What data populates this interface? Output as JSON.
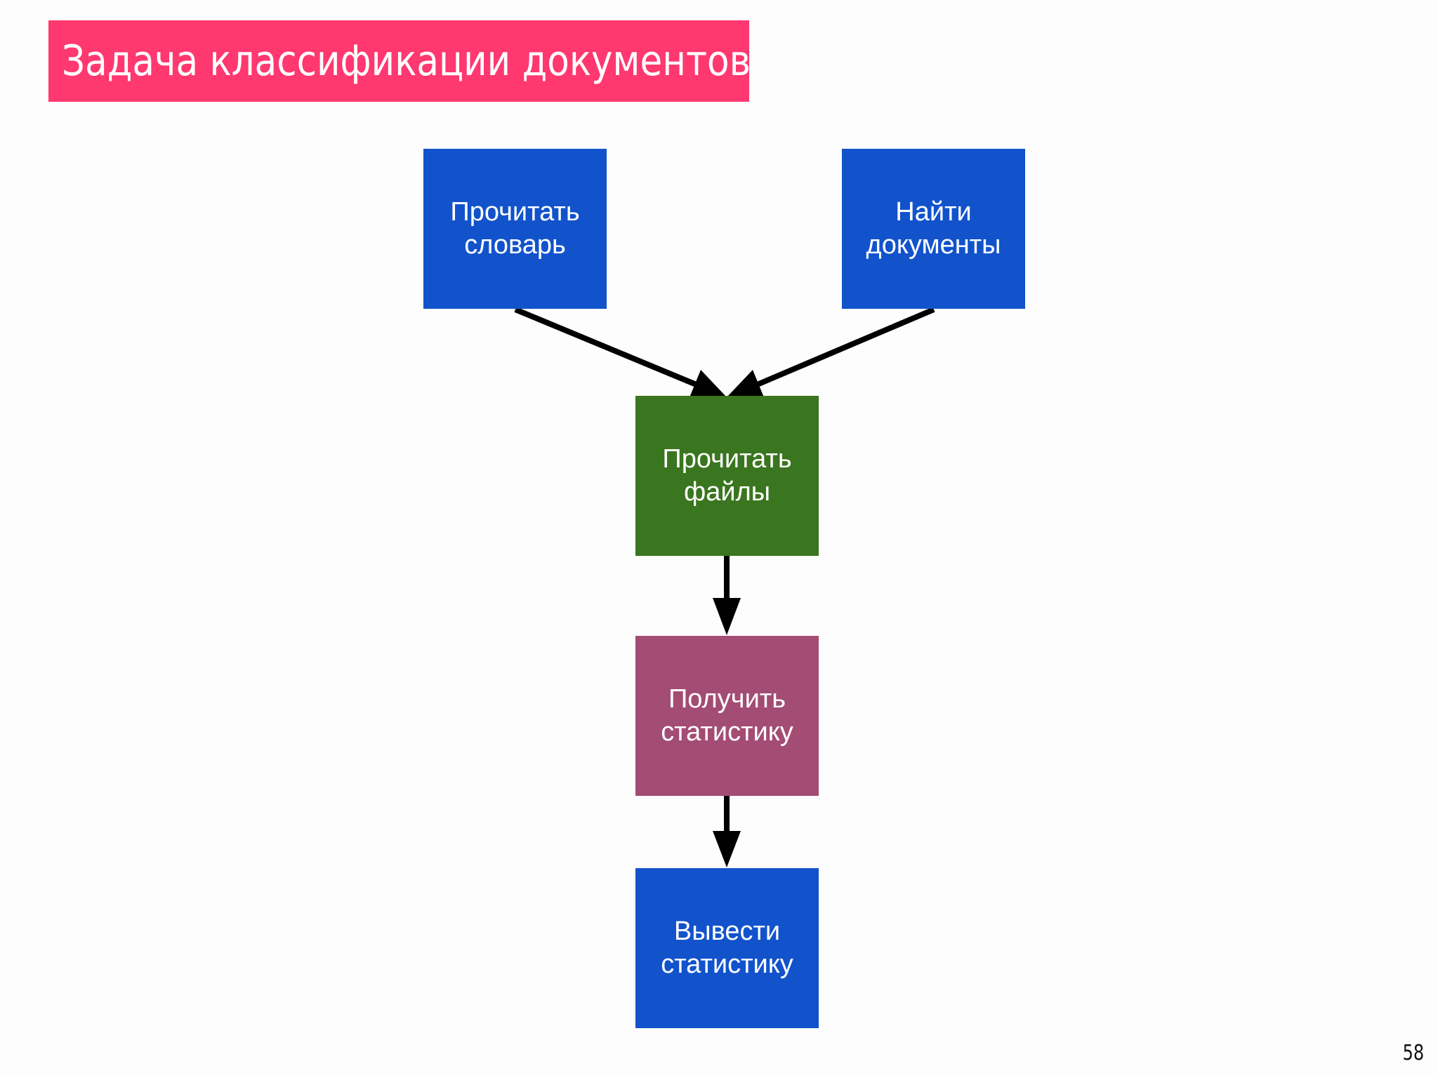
{
  "title": "Задача классификации документов",
  "colors": {
    "title_bg": "#ff3870",
    "blue": "#1253cc",
    "green": "#3a751f",
    "purple": "#a34c74",
    "arrow": "#000000"
  },
  "nodes": [
    {
      "id": "read-dictionary",
      "label": "Прочитать\nсловарь",
      "color": "#1253cc"
    },
    {
      "id": "find-documents",
      "label": "Найти\nдокументы",
      "color": "#1253cc"
    },
    {
      "id": "read-files",
      "label": "Прочитать\nфайлы",
      "color": "#3a751f"
    },
    {
      "id": "get-statistics",
      "label": "Получить\nстатистику",
      "color": "#a34c74"
    },
    {
      "id": "output-statistics",
      "label": "Вывести\nстатистику",
      "color": "#1253cc"
    }
  ],
  "edges": [
    {
      "from": "read-dictionary",
      "to": "read-files"
    },
    {
      "from": "find-documents",
      "to": "read-files"
    },
    {
      "from": "read-files",
      "to": "get-statistics"
    },
    {
      "from": "get-statistics",
      "to": "output-statistics"
    }
  ],
  "page_number": "58"
}
